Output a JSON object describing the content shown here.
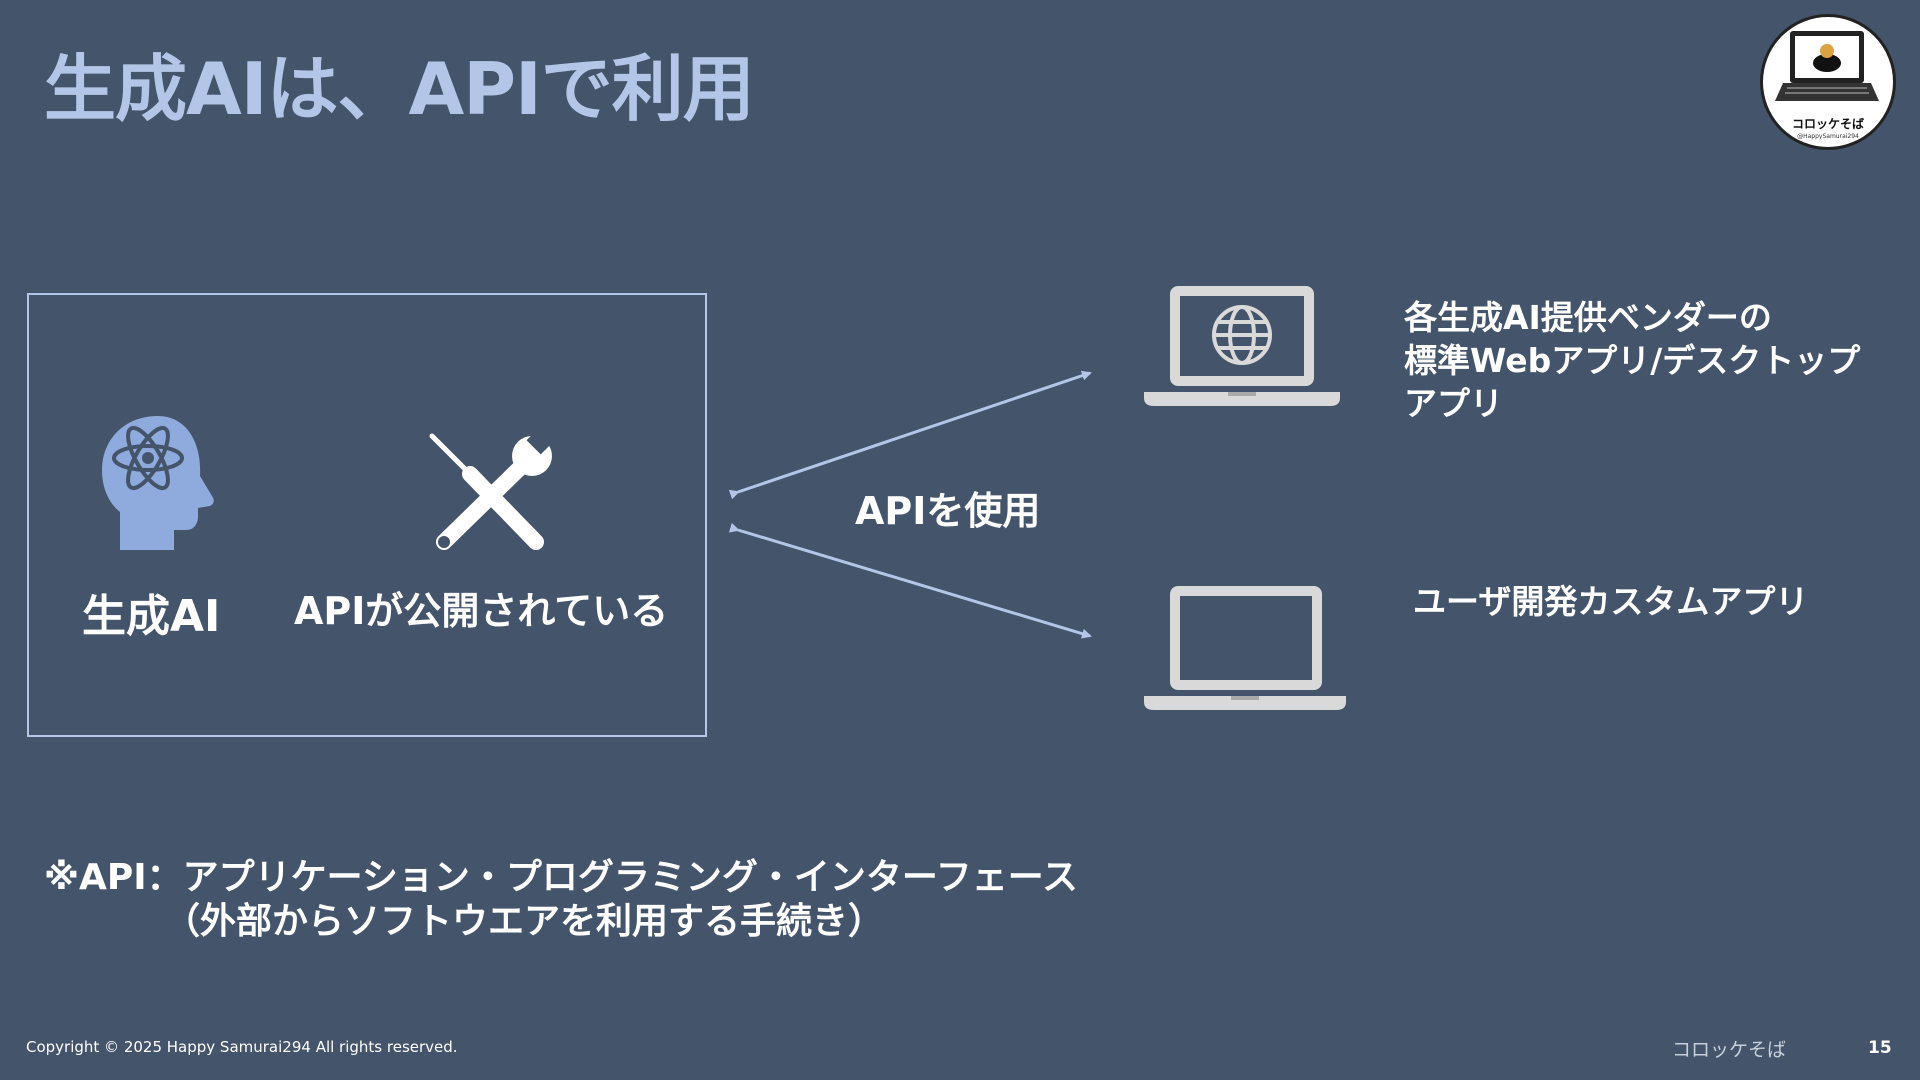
{
  "slide": {
    "title": "生成AIは、APIで利用",
    "logo": {
      "text": "コロッケそば",
      "handle": "@HappySamurai294"
    },
    "box": {
      "ai_label": "生成AI",
      "api_public_label": "APIが公開されている"
    },
    "arrow_label": "APIを使用",
    "web_app": {
      "icon": "laptop-globe-icon",
      "lines": [
        "各生成AI提供ベンダーの",
        "標準Webアプリ/デスクトップ",
        "アプリ"
      ]
    },
    "custom_app": {
      "icon": "laptop-icon",
      "label": "ユーザ開発カスタムアプリ"
    },
    "note": {
      "line1": "※API：アプリケーション・プログラミング・インターフェース",
      "line2": "（外部からソフトウエアを利用する手続き）"
    },
    "footer": {
      "copyright": "Copyright © 2025 Happy Samurai294 All rights reserved.",
      "brand": "コロッケそば",
      "page": "15"
    }
  },
  "colors": {
    "background": "#44546a",
    "title": "#b4c6e7",
    "accent_blue": "#8faadc",
    "box_border": "#b4c6e7",
    "arrow": "#b4c6e7",
    "laptop": "#d9d9d9",
    "text": "#ffffff"
  }
}
